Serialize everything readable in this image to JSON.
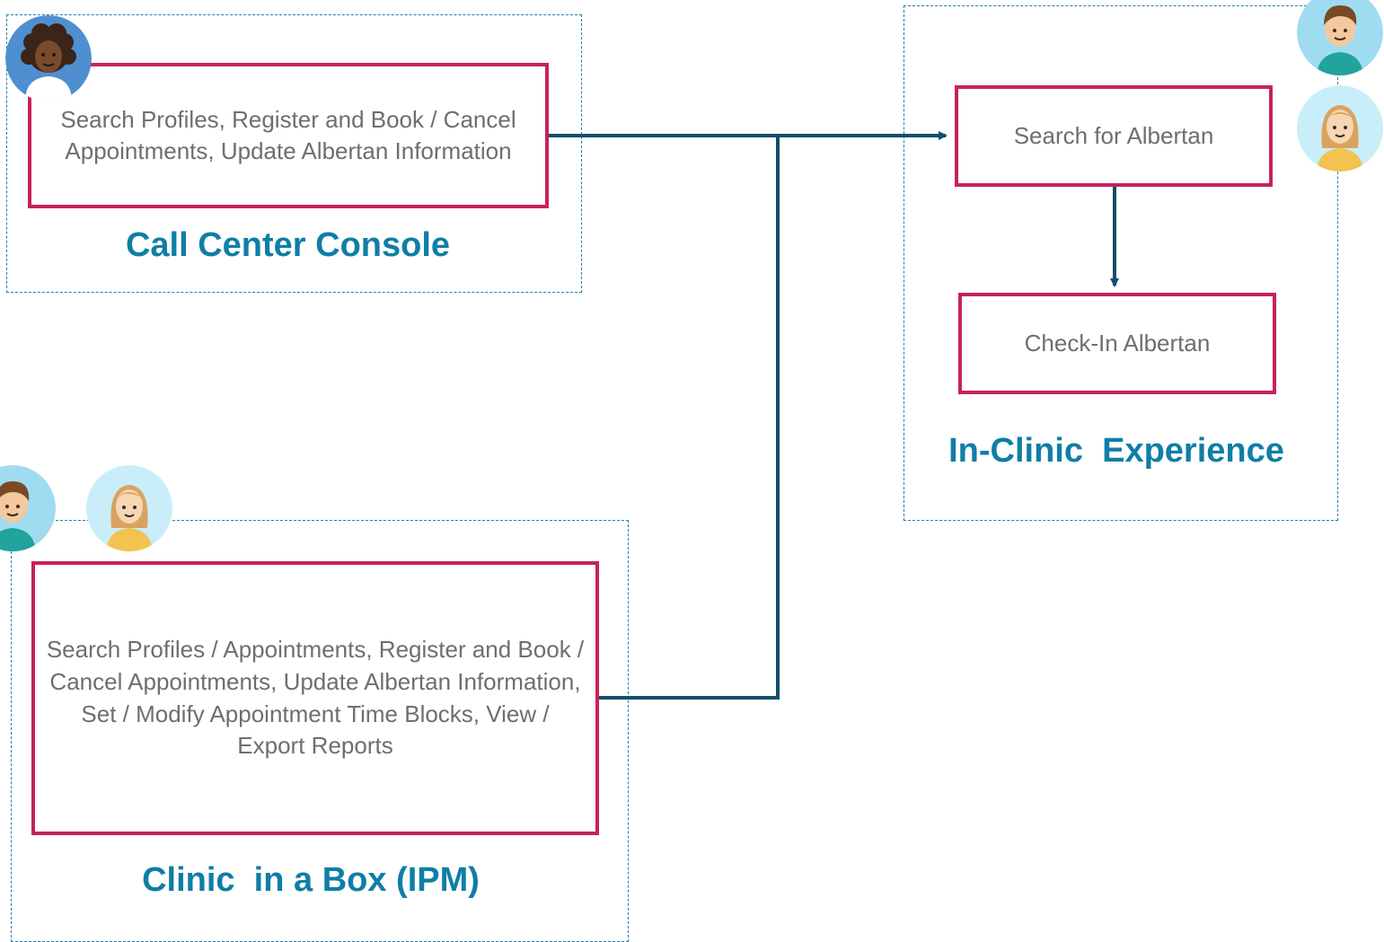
{
  "call_center": {
    "title": "Call Center Console",
    "task": "Search Profiles, Register and Book / Cancel Appointments, Update  Albertan Information"
  },
  "in_clinic": {
    "title": "In-Clinic  Experience",
    "search_task": "Search for Albertan",
    "checkin_task": "Check-In Albertan"
  },
  "clinic_box": {
    "title": "Clinic  in a Box (IPM)",
    "task": "Search Profiles / Appointments, Register and Book / Cancel Appointments, Update Albertan Information, Set / Modify  Appointment  Time Blocks, View / Export Reports"
  },
  "icons": {
    "call_center_agent": "female-agent-avatar-icon",
    "in_clinic_male": "male-staff-avatar-icon",
    "in_clinic_female": "female-staff-avatar-icon",
    "clinic_box_male": "male-staff-avatar-icon",
    "clinic_box_female": "female-staff-avatar-icon"
  },
  "colors": {
    "box_border": "#c8225a",
    "region_border": "#1f7fb3",
    "title": "#0f7ea6",
    "connector": "#114e6c",
    "task_text": "#6b6f73"
  }
}
